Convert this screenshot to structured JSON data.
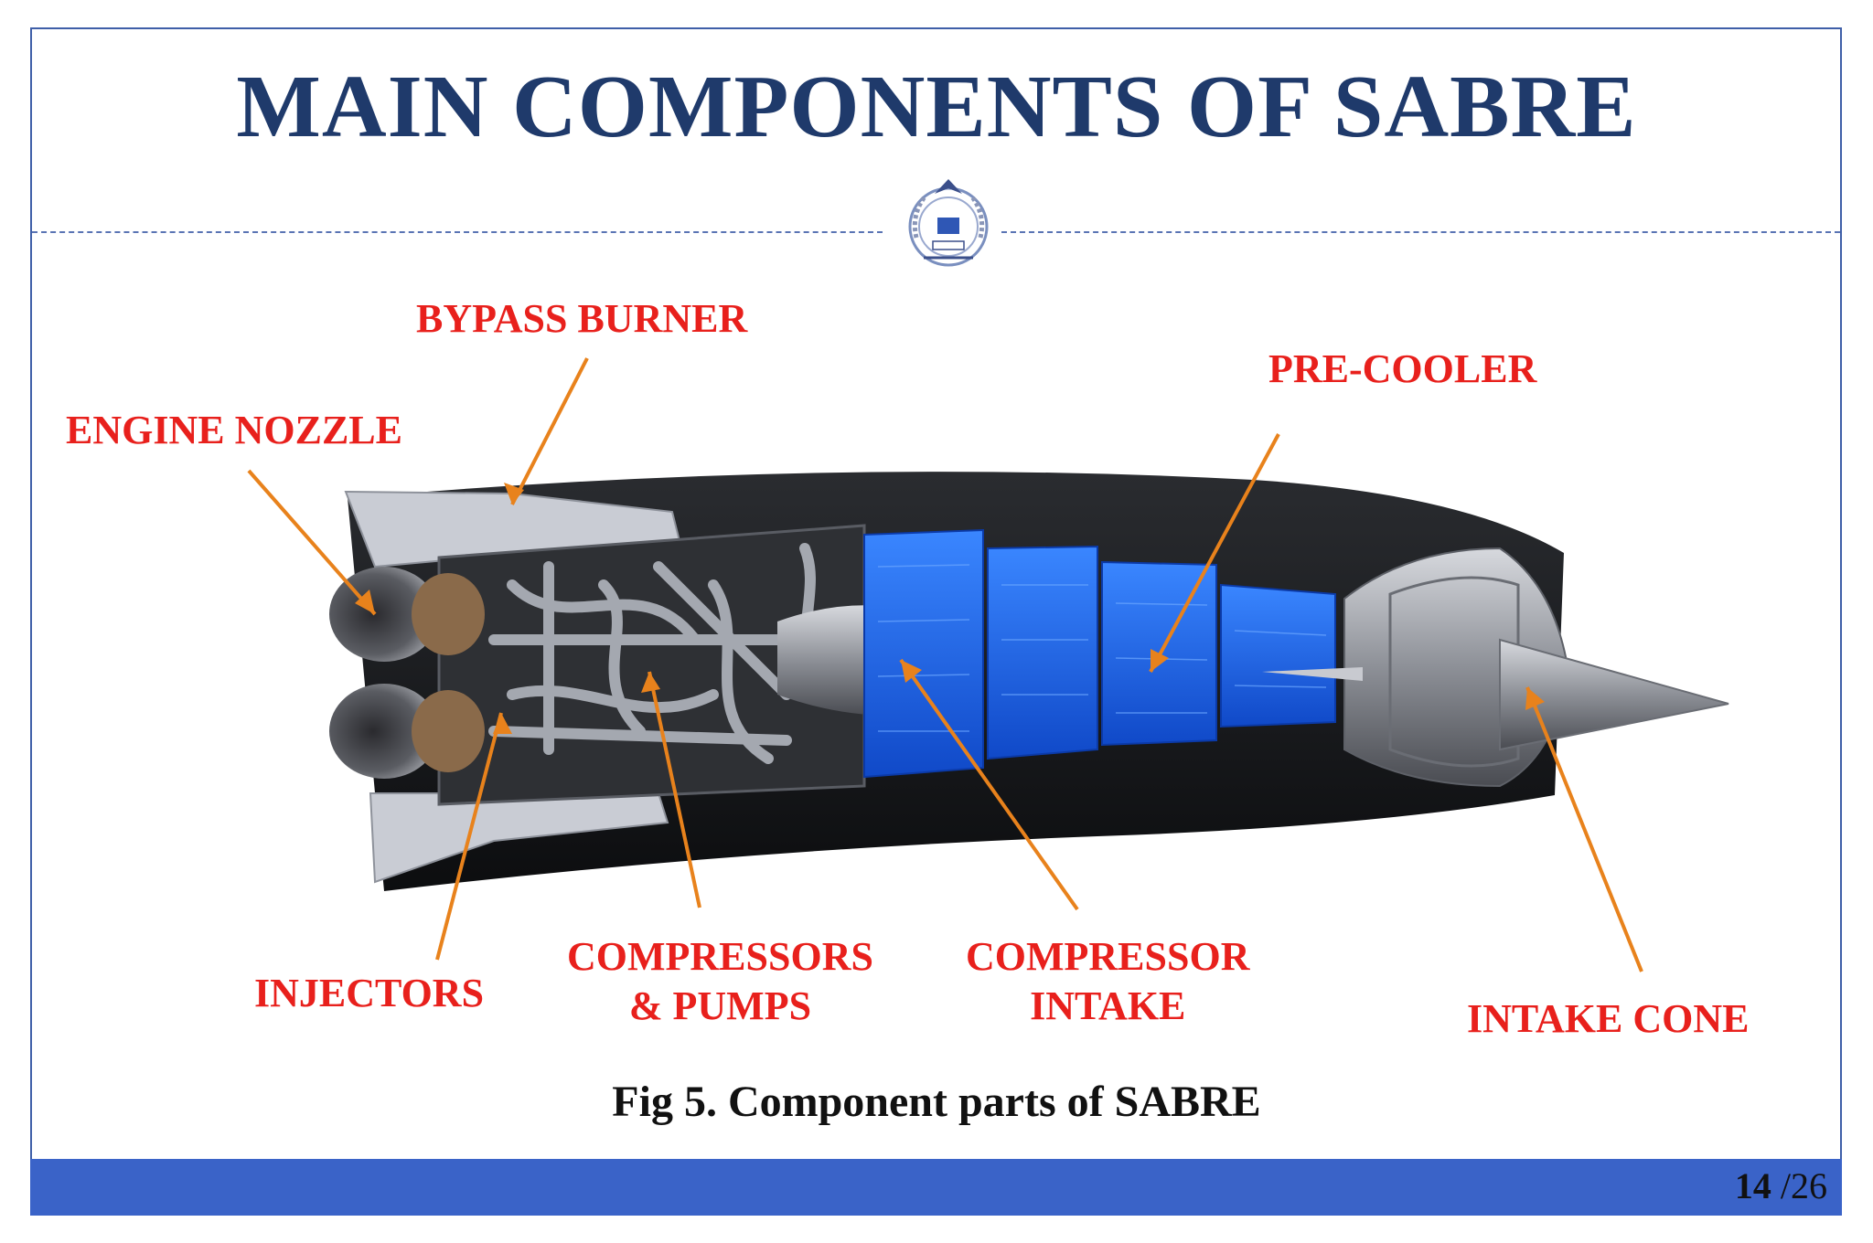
{
  "slide": {
    "title": "MAIN COMPONENTS OF SABRE",
    "caption": "Fig 5. Component parts of SABRE",
    "page_current": "14",
    "page_total": "/26"
  },
  "labels": {
    "bypass_burner": "BYPASS BURNER",
    "engine_nozzle": "ENGINE NOZZLE",
    "pre_cooler": "PRE-COOLER",
    "injectors": "INJECTORS",
    "compressors_line1": "COMPRESSORS",
    "compressors_line2": "& PUMPS",
    "compressor_intake_line1": "COMPRESSOR",
    "compressor_intake_line2": "INTAKE",
    "intake_cone": "INTAKE CONE"
  },
  "colors": {
    "title": "#1f3a6b",
    "label": "#e8201c",
    "arrow": "#e8821c",
    "footer": "#3a63c8",
    "precooler": "#1f6cf0"
  },
  "icons": {
    "seal": "institution-seal-icon"
  }
}
